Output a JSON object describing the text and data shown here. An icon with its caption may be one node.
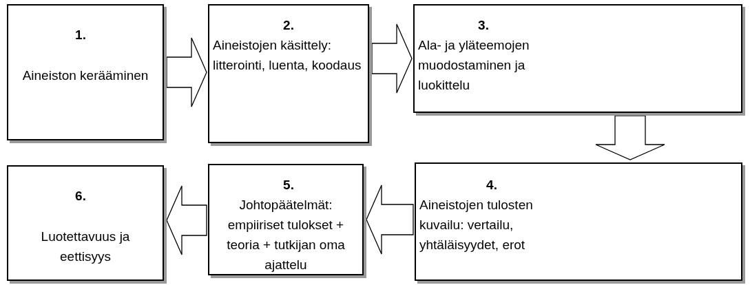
{
  "diagram": {
    "nodes": [
      {
        "text": [
          "1.",
          "Aineiston kerääminen"
        ]
      },
      {
        "text": [
          "2.",
          "Aineistojen käsittely: litterointi, luenta, koodaus"
        ]
      },
      {
        "text": [
          "3.",
          "Ala- ja yläteemojen muodostaminen ja luokittelu"
        ]
      },
      {
        "text": [
          "4.",
          "Aineistojen tulosten kuvailu: vertailu, yhtäläisyydet, erot"
        ]
      },
      {
        "text": [
          "5.",
          "Johtopäätelmät: empiiriset tulokset + teoria + tutkijan oma ajattelu"
        ]
      },
      {
        "text": [
          "6.",
          "Luotettavuus ja eettisyys"
        ]
      }
    ],
    "edges": [
      {
        "from": 0,
        "to": 1,
        "arrow": "to"
      },
      {
        "from": 1,
        "to": 2,
        "arrow": "to"
      },
      {
        "from": 2,
        "to": 3,
        "arrow": "to"
      },
      {
        "from": 3,
        "to": 4,
        "arrow": "to"
      },
      {
        "from": 4,
        "to": 5,
        "arrow": "to"
      }
    ]
  }
}
